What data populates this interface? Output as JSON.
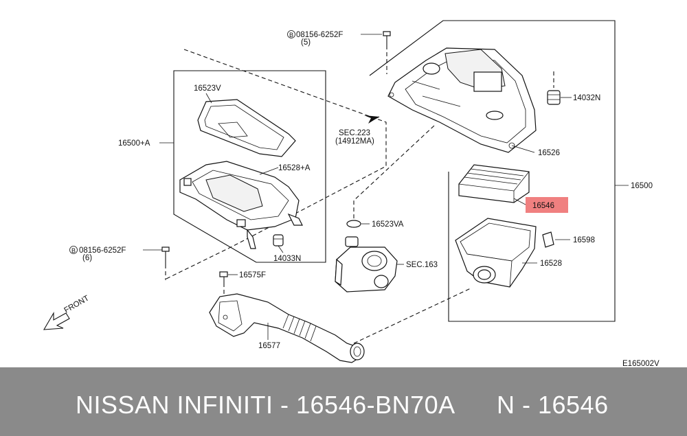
{
  "labels": {
    "bolt_top": "08156-6252F",
    "bolt_top_qty": "(5)",
    "bolt_left": "08156-6252F",
    "bolt_left_qty": "(6)",
    "bolt_marker": "B",
    "p16523v": "16523V",
    "p16500a": "16500+A",
    "p16528a": "16528+A",
    "p14033n": "14033N",
    "sec223": "SEC.223",
    "sec223_sub": "(14912MA)",
    "p14032n": "14032N",
    "p16526": "16526",
    "p16546": "16546",
    "p16500": "16500",
    "p16523va": "16523VA",
    "sec163": "SEC.163",
    "p16598": "16598",
    "p16528": "16528",
    "p16575f": "16575F",
    "p16577": "16577",
    "front": "FRONT",
    "drawing_code": "E165002V"
  },
  "colors": {
    "highlight": "#f08080",
    "footer_bg": "#8a8a8a",
    "footer_text": "#ffffff"
  },
  "footer": {
    "left": "NISSAN INFINITI - 16546-BN70A",
    "right": "N - 16546"
  }
}
